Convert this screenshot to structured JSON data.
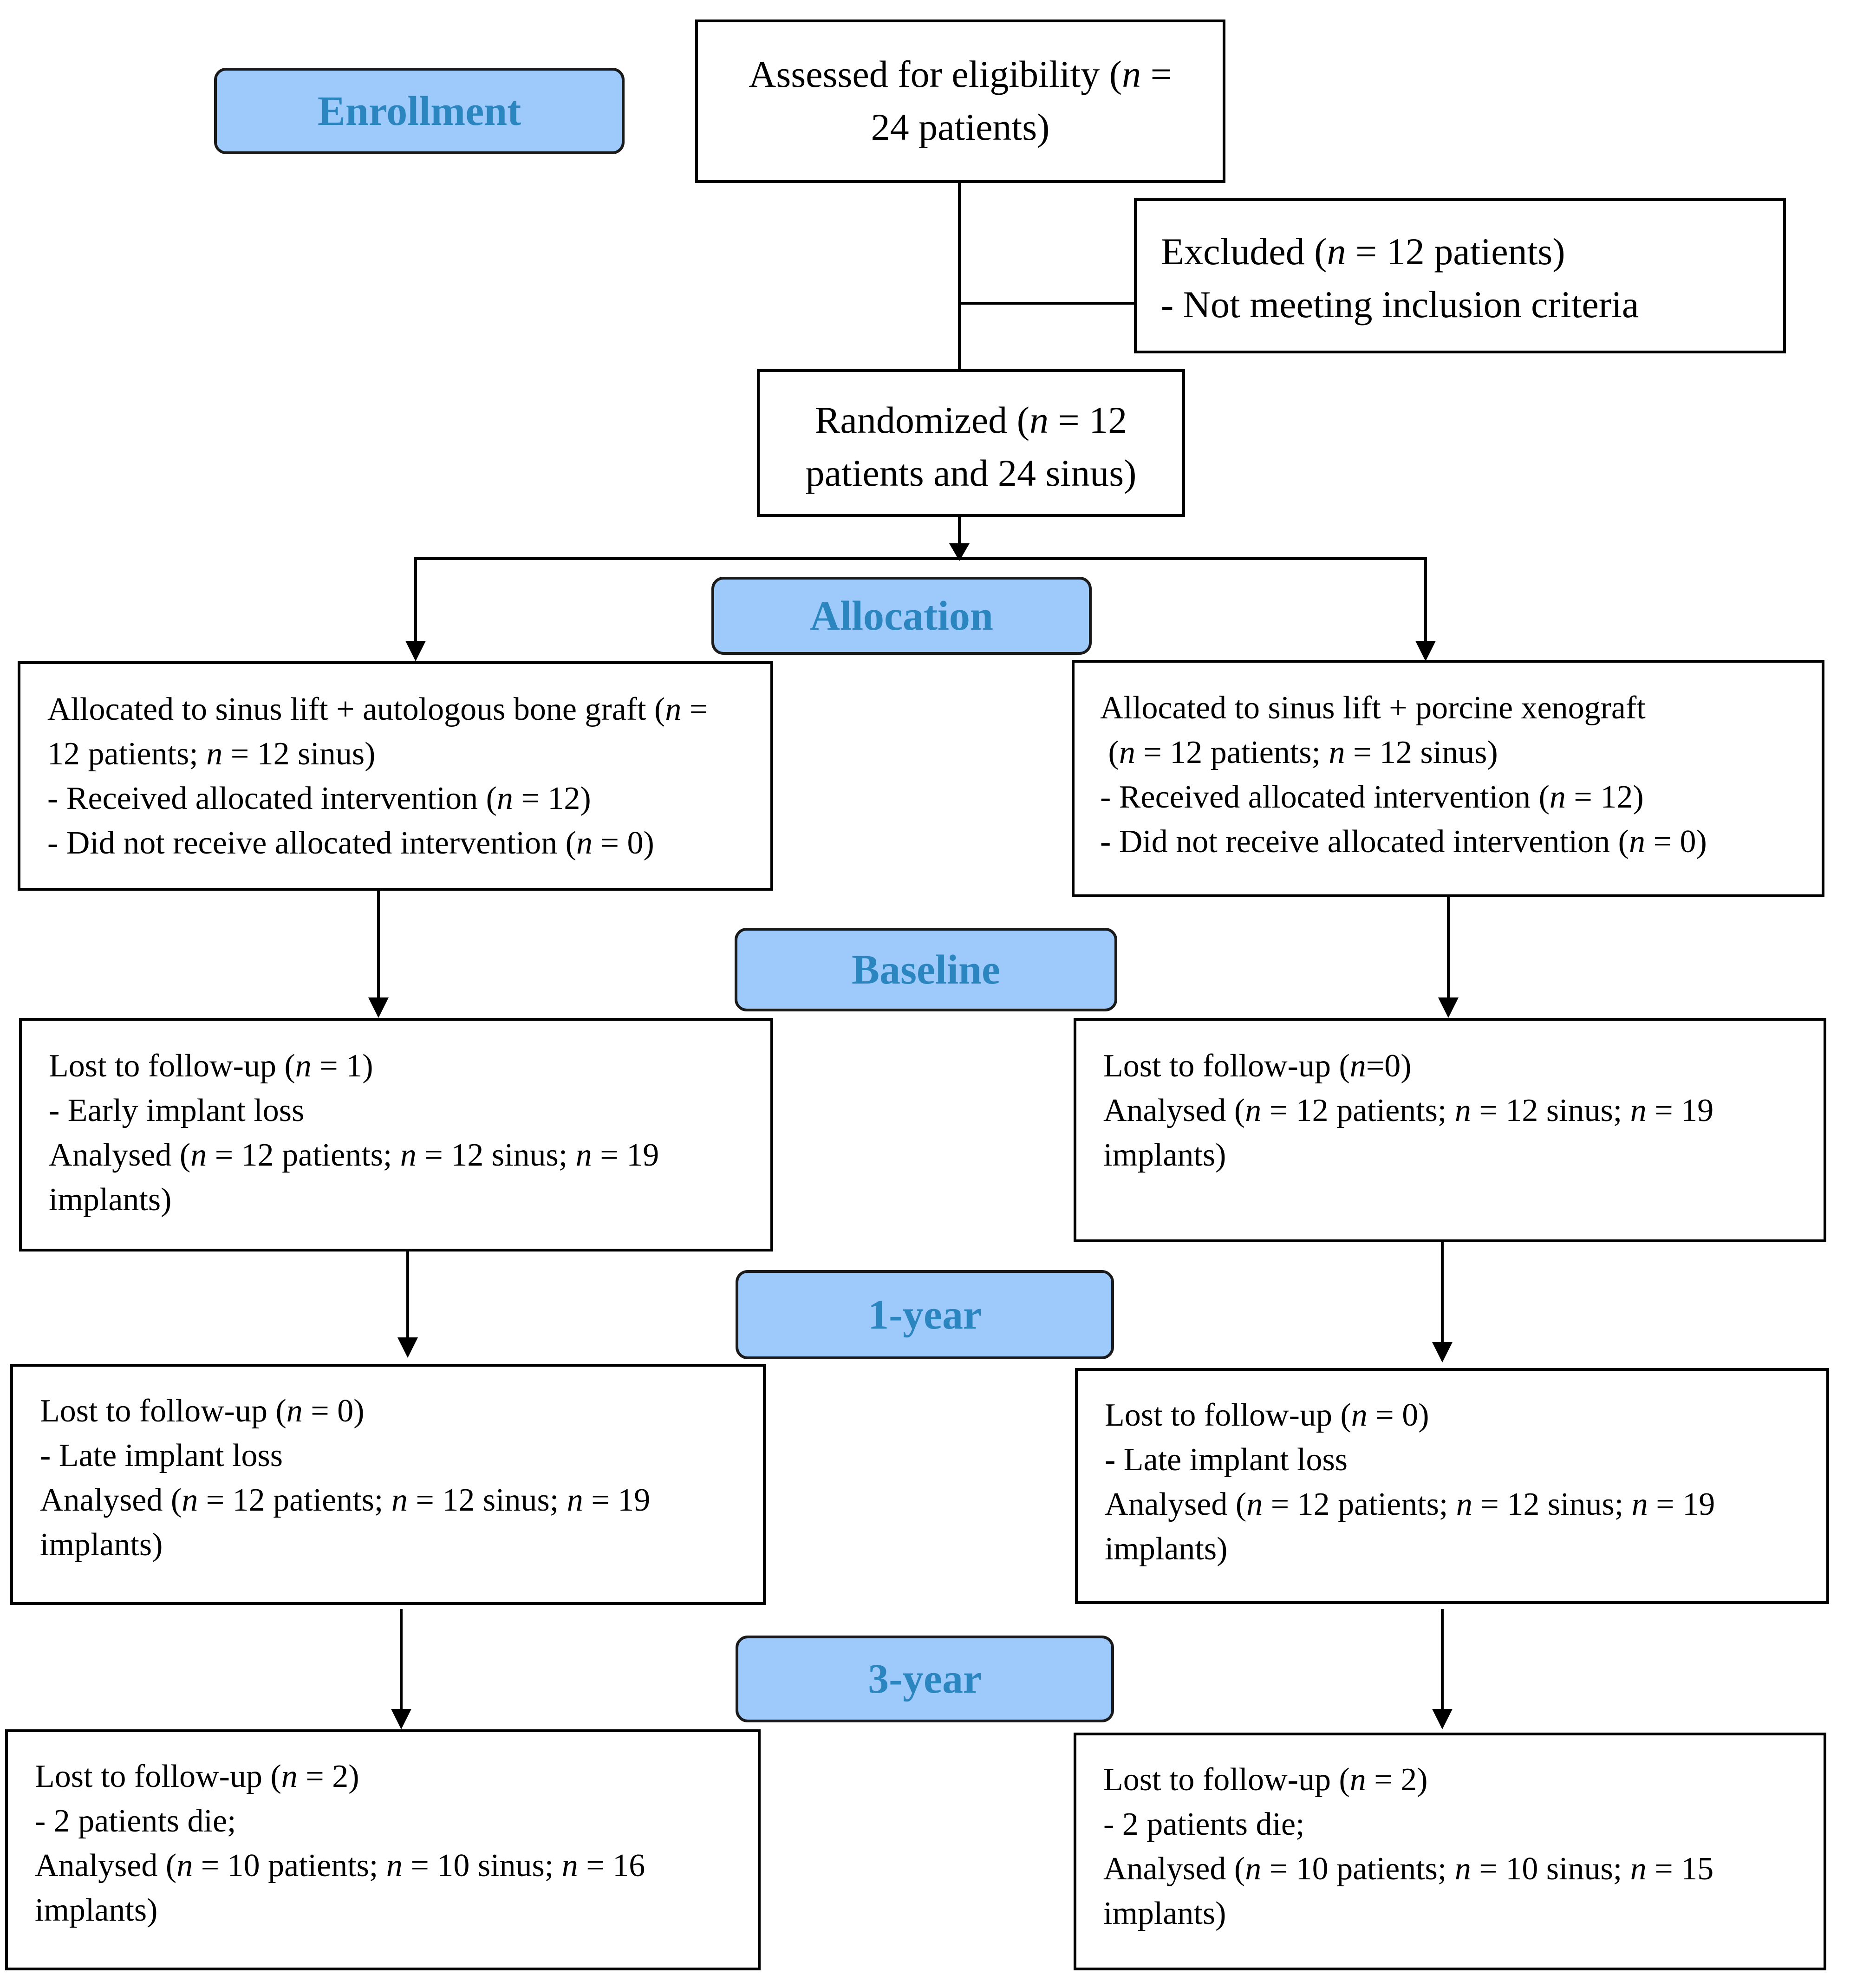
{
  "stages": {
    "enrollment": "Enrollment",
    "allocation": "Allocation",
    "baseline": "Baseline",
    "one_year": "1-year",
    "three_year": "3-year"
  },
  "assessed": {
    "line1": "Assessed for eligibility (n =",
    "line2": "24 patients)"
  },
  "excluded": {
    "line1": "Excluded (n = 12 patients)",
    "line2": "- Not meeting inclusion criteria"
  },
  "randomized": {
    "line1": "Randomized (n = 12",
    "line2": "patients and 24 sinus)"
  },
  "left": {
    "allocated": [
      "Allocated to sinus lift + autologous bone graft (n =",
      "12 patients; n = 12 sinus)",
      "- Received allocated intervention (n = 12)",
      "- Did not receive allocated intervention (n = 0)"
    ],
    "baseline": [
      "Lost to follow-up (n = 1)",
      "- Early implant loss",
      "Analysed (n = 12 patients; n = 12 sinus; n = 19",
      "implants)"
    ],
    "one_year": [
      "Lost to follow-up (n = 0)",
      "- Late implant loss",
      "Analysed (n = 12 patients; n = 12 sinus; n = 19",
      "implants)"
    ],
    "three_year": [
      "Lost to follow-up (n = 2)",
      "- 2 patients die;",
      "Analysed (n = 10 patients; n = 10 sinus; n = 16",
      "implants)"
    ]
  },
  "right": {
    "allocated": [
      "Allocated to sinus lift + porcine xenograft",
      " (n = 12 patients; n = 12 sinus)",
      "- Received allocated intervention (n = 12)",
      "- Did not receive allocated intervention (n = 0)"
    ],
    "baseline": [
      "Lost to follow-up (n=0)",
      "Analysed (n = 12 patients; n = 12 sinus; n = 19",
      "implants)"
    ],
    "one_year": [
      "Lost to follow-up (n = 0)",
      "- Late implant loss",
      "Analysed (n = 12 patients; n = 12 sinus; n = 19",
      "implants)"
    ],
    "three_year": [
      "Lost to follow-up (n = 2)",
      "- 2 patients die;",
      "Analysed (n = 10 patients; n = 10 sinus; n = 15",
      "implants)"
    ]
  },
  "colors": {
    "stage_fill": "#9ec9fb",
    "stage_text": "#2b86c0",
    "line": "#000000"
  }
}
